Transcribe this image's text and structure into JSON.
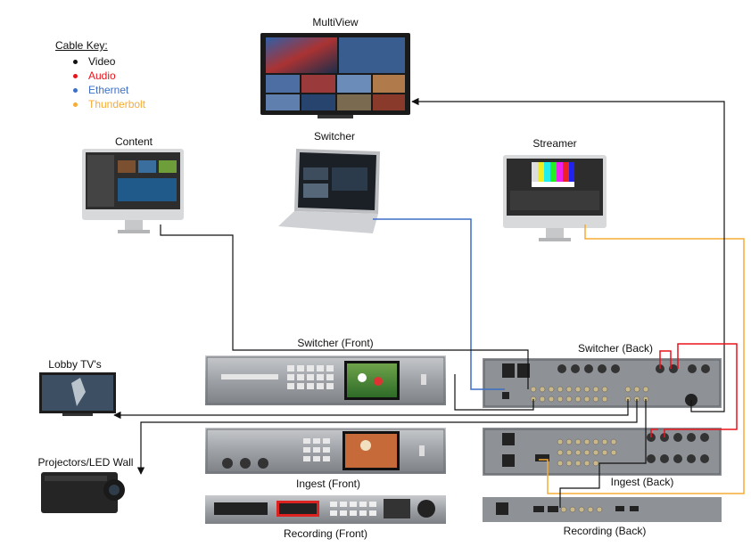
{
  "cable_key": {
    "title": "Cable Key:",
    "items": [
      {
        "label": "Video",
        "color": "#111111"
      },
      {
        "label": "Audio",
        "color": "#e8141c"
      },
      {
        "label": "Ethernet",
        "color": "#3d6fc7"
      },
      {
        "label": "Thunderbolt",
        "color": "#f6ac35"
      }
    ]
  },
  "devices": {
    "multiview": "MultiView",
    "content": "Content",
    "switcher_laptop": "Switcher",
    "streamer": "Streamer",
    "lobby_tvs": "Lobby TV's",
    "projectors": "Projectors/LED Wall",
    "switcher_front": "Switcher (Front)",
    "switcher_back": "Switcher (Back)",
    "ingest_front": "Ingest (Front)",
    "ingest_back": "Ingest (Back)",
    "recording_front": "Recording (Front)",
    "recording_back": "Recording (Back)"
  },
  "colors": {
    "video": "#111111",
    "audio": "#e8141c",
    "ethernet": "#3d6fc7",
    "thunderbolt": "#f6ac35"
  }
}
